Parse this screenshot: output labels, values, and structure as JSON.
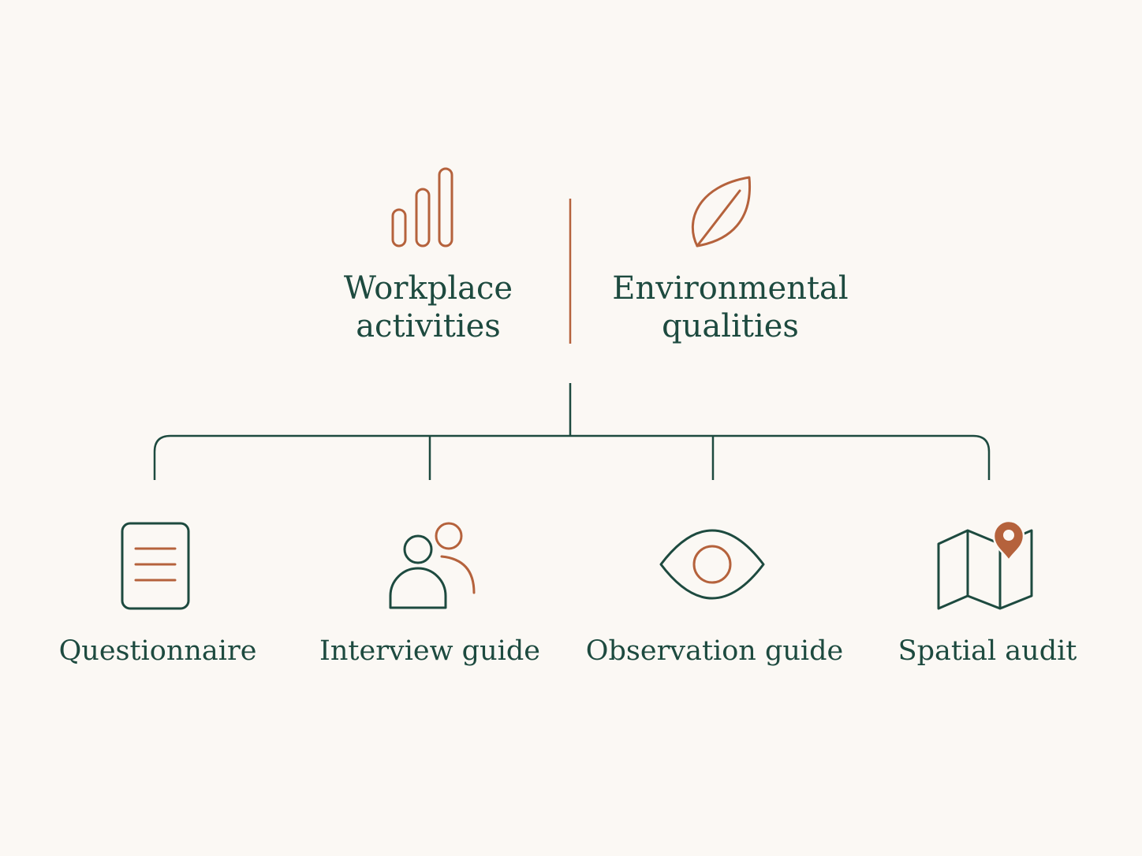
{
  "colors": {
    "background": "#fbf8f4",
    "primary_green": "#1d4a3f",
    "accent_rust": "#b5623c"
  },
  "top_categories": [
    {
      "icon": "bar-chart-icon",
      "line1": "Workplace",
      "line2": "activities"
    },
    {
      "icon": "leaf-icon",
      "line1": "Environmental",
      "line2": "qualities"
    }
  ],
  "methods": [
    {
      "icon": "document-icon",
      "label": "Questionnaire"
    },
    {
      "icon": "people-icon",
      "label": "Interview guide"
    },
    {
      "icon": "eye-icon",
      "label": "Observation guide"
    },
    {
      "icon": "map-pin-icon",
      "label": "Spatial audit"
    }
  ]
}
